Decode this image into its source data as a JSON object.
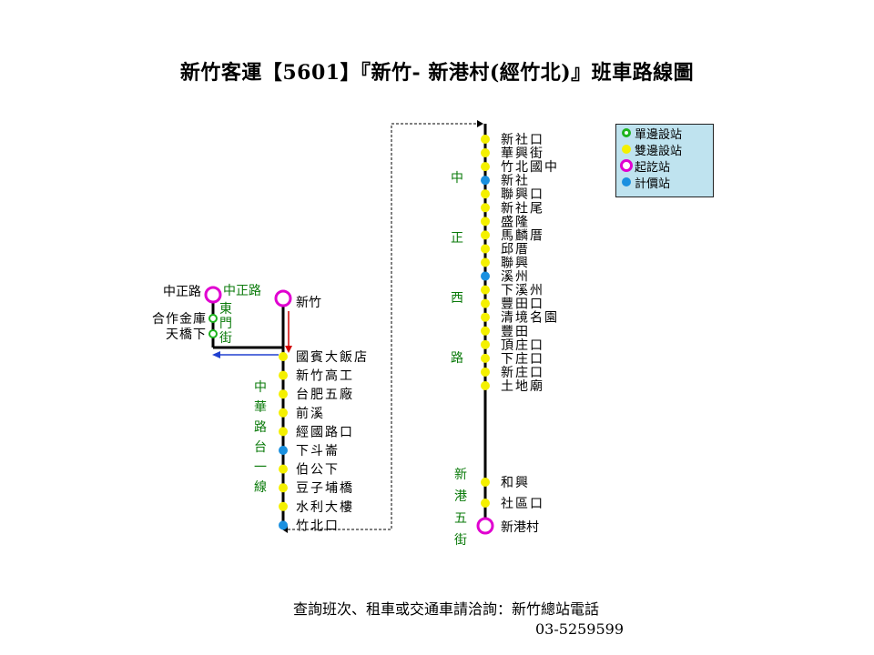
{
  "title": "新竹客運【5601】『新竹- 新港村(經竹北)』班車路線圖",
  "colors": {
    "single_stop": "#1db31d",
    "double_stop": "#f4f000",
    "terminal": "#e000d0",
    "fare_stop": "#1a90e0",
    "road_text": "#0a7a0a",
    "legend_bg": "#bfe3ef",
    "arrow_red": "#d00000",
    "arrow_blue": "#2040d0"
  },
  "legend": [
    {
      "label": "單邊設站",
      "type": "single"
    },
    {
      "label": "雙邊設站",
      "type": "double"
    },
    {
      "label": "起訖站",
      "type": "terminal"
    },
    {
      "label": "計價站",
      "type": "fare"
    }
  ],
  "roads": {
    "zhongzheng_road": "中正路",
    "dongmen_street": "東門街",
    "zhonghua_road": "中華路台一線",
    "zhongzheng_west_road": "中正西路",
    "xingang_5th_street": "新港五街"
  },
  "terminals": {
    "zhongzheng_road": "中正路",
    "hsinchu": "新竹",
    "xingang": "新港村"
  },
  "stops_left": [
    {
      "name": "合作金庫",
      "type": "single"
    },
    {
      "name": "天橋下",
      "type": "single"
    }
  ],
  "stops_zhonghua": [
    {
      "name": "國賓大飯店",
      "type": "double"
    },
    {
      "name": "新竹高工",
      "type": "double"
    },
    {
      "name": "台肥五廠",
      "type": "double"
    },
    {
      "name": "前溪",
      "type": "double"
    },
    {
      "name": "經國路口",
      "type": "double"
    },
    {
      "name": "下斗崙",
      "type": "fare"
    },
    {
      "name": "伯公下",
      "type": "double"
    },
    {
      "name": "豆子埔橋",
      "type": "double"
    },
    {
      "name": "水利大樓",
      "type": "double"
    },
    {
      "name": "竹北口",
      "type": "fare"
    }
  ],
  "stops_zhongzheng_west": [
    {
      "name": "新社口",
      "type": "double"
    },
    {
      "name": "華興街",
      "type": "double"
    },
    {
      "name": "竹北國中",
      "type": "double"
    },
    {
      "name": "新社",
      "type": "fare"
    },
    {
      "name": "聯興口",
      "type": "double"
    },
    {
      "name": "新社尾",
      "type": "double"
    },
    {
      "name": "盛隆",
      "type": "double"
    },
    {
      "name": "馬麟厝",
      "type": "double"
    },
    {
      "name": "邱厝",
      "type": "double"
    },
    {
      "name": "聯興",
      "type": "double"
    },
    {
      "name": "溪州",
      "type": "fare"
    },
    {
      "name": "下溪州",
      "type": "double"
    },
    {
      "name": "豐田口",
      "type": "double"
    },
    {
      "name": "清境名園",
      "type": "double"
    },
    {
      "name": "豐田",
      "type": "double"
    },
    {
      "name": "頂庄口",
      "type": "double"
    },
    {
      "name": "下庄口",
      "type": "double"
    },
    {
      "name": "新庄口",
      "type": "double"
    },
    {
      "name": "土地廟",
      "type": "double"
    }
  ],
  "stops_xingang": [
    {
      "name": "和興",
      "type": "double"
    },
    {
      "name": "社區口",
      "type": "double"
    }
  ],
  "footer": {
    "line1": "查詢班次、租車或交通車請洽詢：新竹總站電話",
    "line2": "03-5259599"
  }
}
